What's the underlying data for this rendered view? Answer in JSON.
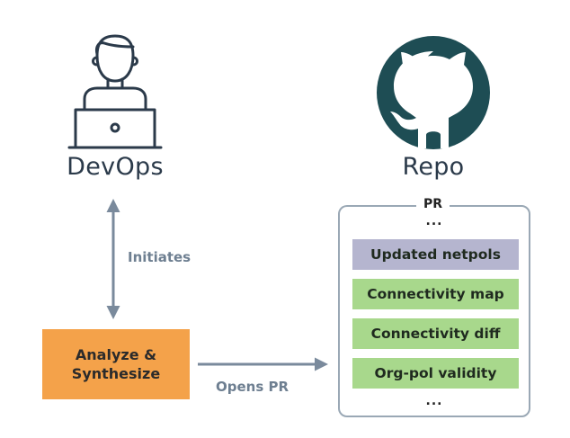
{
  "actors": {
    "devops": {
      "label": "DevOps"
    },
    "repo": {
      "label": "Repo"
    }
  },
  "edges": {
    "initiates": "Initiates",
    "opens_pr": "Opens PR"
  },
  "process": {
    "line1": "Analyze &",
    "line2": "Synthesize"
  },
  "pr": {
    "title": "PR",
    "ellipsis_top": "...",
    "ellipsis_bottom": "...",
    "items": [
      {
        "label": "Updated netpols",
        "color": "#b5b5cf"
      },
      {
        "label": "Connectivity map",
        "color": "#a8d88c"
      },
      {
        "label": "Connectivity diff",
        "color": "#a8d88c"
      },
      {
        "label": "Org-pol validity",
        "color": "#a8d88c"
      }
    ]
  },
  "colors": {
    "arrow": "#7a8a9c",
    "icon_stroke": "#2b3a4a",
    "github_circle": "#1e4d54",
    "process_fill": "#f4a24a"
  },
  "icons": {
    "devops": "person-laptop-icon",
    "repo": "github-octocat-icon"
  }
}
